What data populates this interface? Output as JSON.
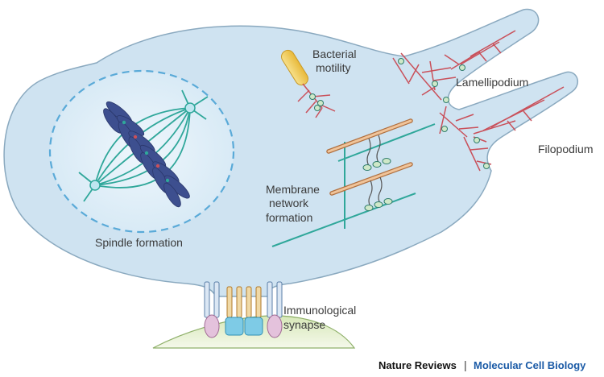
{
  "labels": {
    "bacterial_motility": [
      "Bacterial",
      "motility"
    ],
    "lamellipodium": "Lamellipodium",
    "filopodium": "Filopodium",
    "membrane_network": [
      "Membrane",
      "network",
      "formation"
    ],
    "spindle_formation": "Spindle formation",
    "immunological_synapse": [
      "Immunological",
      "synapse"
    ]
  },
  "credit": {
    "journal": "Nature Reviews",
    "separator": "|",
    "section": "Molecular Cell Biology"
  },
  "colors": {
    "cell_fill": "#cfe3f1",
    "cell_stroke": "#8aa9bf",
    "nucleus_stroke": "#5aaad8",
    "microtubule": "#2fa79a",
    "actin": "#c9505a",
    "chromosome": "#3d4f8f",
    "bacterium": "#f2cf5b",
    "membrane_tube": "#e0a878",
    "synapse_ground": "#bcd59a"
  }
}
